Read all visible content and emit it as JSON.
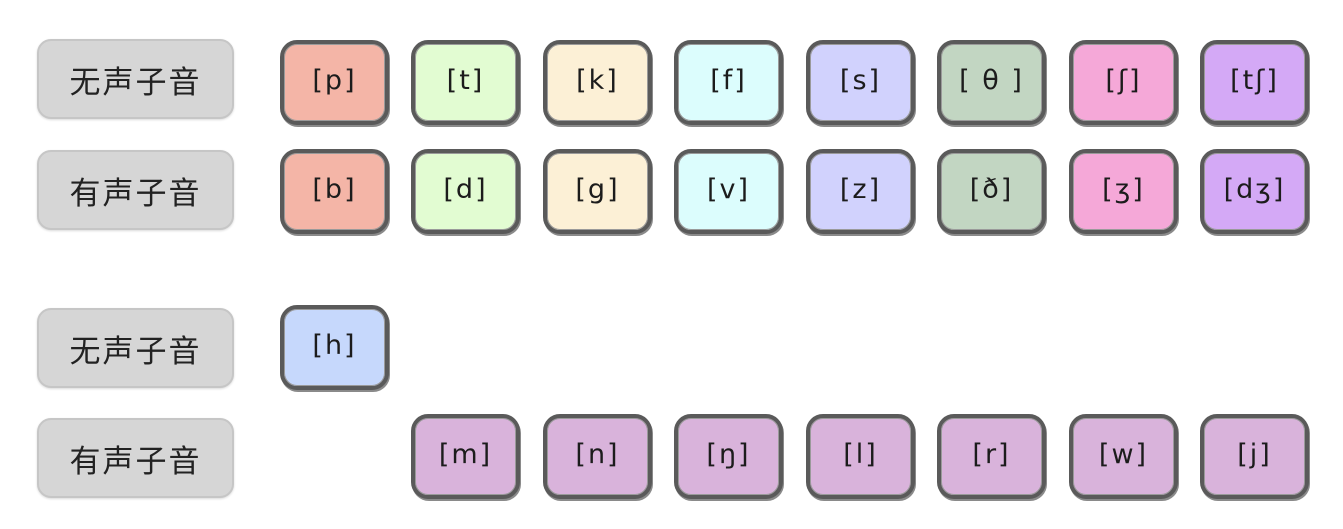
{
  "groups": [
    {
      "rows": [
        {
          "label": "无声子音",
          "keys": [
            {
              "symbol": "[p]",
              "color": "#f4b5a7"
            },
            {
              "symbol": "[t]",
              "color": "#e2fcd2"
            },
            {
              "symbol": "[k]",
              "color": "#fcf0d6"
            },
            {
              "symbol": "[f]",
              "color": "#dcfdfd"
            },
            {
              "symbol": "[s]",
              "color": "#d1d2fd"
            },
            {
              "symbol": "[ θ ]",
              "color": "#c2d6c2"
            },
            {
              "symbol": "[ʃ]",
              "color": "#f5a8d8"
            },
            {
              "symbol": "[tʃ]",
              "color": "#d4a9f6"
            }
          ]
        },
        {
          "label": "有声子音",
          "keys": [
            {
              "symbol": "[b]",
              "color": "#f4b5a7"
            },
            {
              "symbol": "[d]",
              "color": "#e2fcd2"
            },
            {
              "symbol": "[g]",
              "color": "#fcf0d6"
            },
            {
              "symbol": "[v]",
              "color": "#dcfdfd"
            },
            {
              "symbol": "[z]",
              "color": "#d1d2fd"
            },
            {
              "symbol": "[ð]",
              "color": "#c2d6c2"
            },
            {
              "symbol": "[ʒ]",
              "color": "#f5a8d8"
            },
            {
              "symbol": "[dʒ]",
              "color": "#d4a9f6"
            }
          ]
        }
      ]
    },
    {
      "rows": [
        {
          "label": "无声子音",
          "keys": [
            {
              "symbol": "[h]",
              "color": "#c6d8fc"
            }
          ]
        },
        {
          "label": "有声子音",
          "keys": [
            {
              "symbol": "[m]",
              "color": "#d9b3db"
            },
            {
              "symbol": "[n]",
              "color": "#d9b3db"
            },
            {
              "symbol": "[ŋ]",
              "color": "#d9b3db"
            },
            {
              "symbol": "[l]",
              "color": "#d9b3db"
            },
            {
              "symbol": "[r]",
              "color": "#d9b3db"
            },
            {
              "symbol": "[w]",
              "color": "#d9b3db"
            },
            {
              "symbol": "[j]",
              "color": "#d9b3db"
            }
          ]
        }
      ]
    }
  ]
}
